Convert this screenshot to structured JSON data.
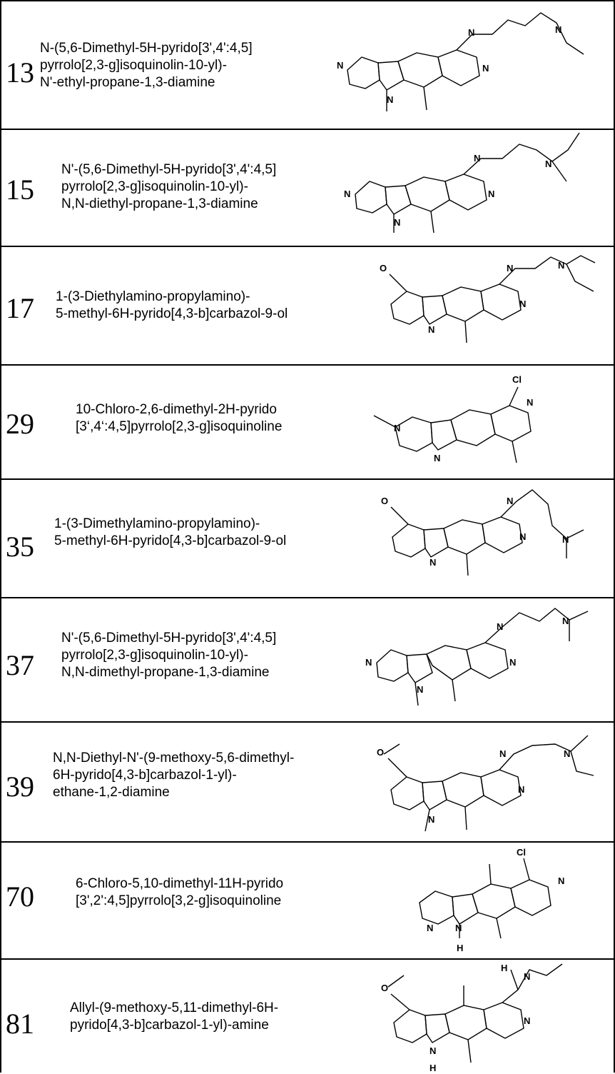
{
  "compounds": [
    {
      "id": "13",
      "name_lines": [
        "N-(5,6-Dimethyl-5H-pyrido[3',4':4,5]",
        "pyrrolo[2,3-g]isoquinolin-10-yl)-",
        "N'-ethyl-propane-1,3-diamine"
      ],
      "atom_labels": [
        "N",
        "N",
        "N",
        "N",
        "N"
      ]
    },
    {
      "id": "15",
      "name_lines": [
        "N'-(5,6-Dimethyl-5H-pyrido[3',4':4,5]",
        "pyrrolo[2,3-g]isoquinolin-10-yl)-",
        "N,N-diethyl-propane-1,3-diamine"
      ],
      "atom_labels": [
        "N",
        "N",
        "N",
        "N",
        "N"
      ]
    },
    {
      "id": "17",
      "name_lines": [
        "1-(3-Diethylamino-propylamino)-",
        "5-methyl-6H-pyrido[4,3-b]carbazol-9-ol"
      ],
      "atom_labels": [
        "O",
        "N",
        "N",
        "N",
        "N"
      ]
    },
    {
      "id": "29",
      "name_lines": [
        "10-Chloro-2,6-dimethyl-2H-pyrido",
        "[3‘,4‘:4,5]pyrrolo[2,3-g]isoquinoline"
      ],
      "atom_labels": [
        "Cl",
        "N",
        "N",
        "N"
      ]
    },
    {
      "id": "35",
      "name_lines": [
        "1-(3-Dimethylamino-propylamino)-",
        "5-methyl-6H-pyrido[4,3-b]carbazol-9-ol"
      ],
      "atom_labels": [
        "O",
        "N",
        "N",
        "N",
        "N"
      ]
    },
    {
      "id": "37",
      "name_lines": [
        "N'-(5,6-Dimethyl-5H-pyrido[3',4':4,5]",
        "pyrrolo[2,3-g]isoquinolin-10-yl)-",
        "N,N-dimethyl-propane-1,3-diamine"
      ],
      "atom_labels": [
        "N",
        "N",
        "N",
        "N",
        "N"
      ]
    },
    {
      "id": "39",
      "name_lines": [
        "N,N-Diethyl-N'-(9-methoxy-5,6-dimethyl-",
        "6H-pyrido[4,3-b]carbazol-1-yl)-",
        "ethane-1,2-diamine"
      ],
      "atom_labels": [
        "O",
        "N",
        "N",
        "N",
        "N"
      ]
    },
    {
      "id": "70",
      "name_lines": [
        "6-Chloro-5,10-dimethyl-11H-pyrido",
        "[3',2':4,5]pyrrolo[3,2-g]isoquinoline"
      ],
      "atom_labels": [
        "Cl",
        "N",
        "N",
        "N",
        "H"
      ]
    },
    {
      "id": "81",
      "name_lines": [
        "Allyl-(9-methoxy-5,11-dimethyl-6H-",
        "pyrido[4,3-b]carbazol-1-yl)-amine"
      ],
      "atom_labels": [
        "O",
        "H",
        "N",
        "N",
        "N",
        "H"
      ]
    }
  ]
}
